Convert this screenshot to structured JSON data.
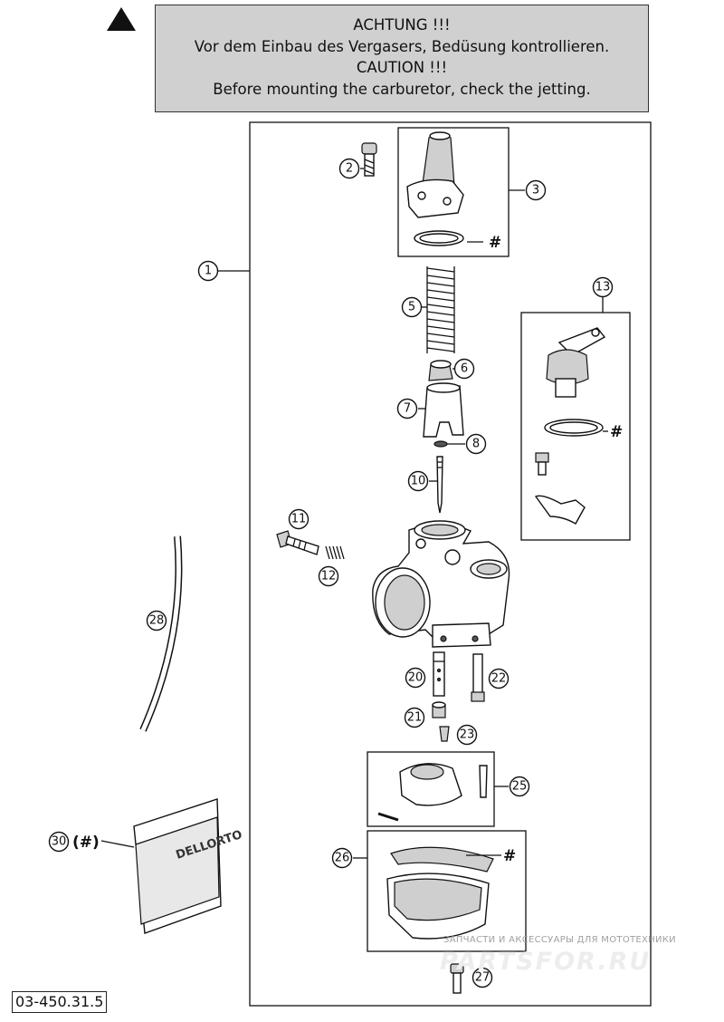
{
  "caution": {
    "line1": "ACHTUNG !!!",
    "line2": "Vor dem Einbau des Vergasers, Bedüsung kontrollieren.",
    "line3": "CAUTION !!!",
    "line4": "Before mounting the carburetor, check the jetting."
  },
  "doc_number": "03-450.31.5",
  "watermark": {
    "top_text": "ЗАПЧАСТИ И АКСЕССУАРЫ ДЛЯ МОТОТЕХНИКИ",
    "logo_text": "PARTSFOR.RU"
  },
  "callouts": {
    "c1": "1",
    "c2": "2",
    "c3": "3",
    "c5": "5",
    "c6": "6",
    "c7": "7",
    "c8": "8",
    "c10": "10",
    "c11": "11",
    "c12": "12",
    "c13": "13",
    "c20": "20",
    "c21": "21",
    "c22": "22",
    "c23": "23",
    "c25": "25",
    "c26": "26",
    "c27": "27",
    "c28": "28",
    "c30": "30"
  },
  "hash_marks": {
    "h3": "#",
    "h13": "#",
    "h26": "#",
    "h30": "(#)"
  },
  "bag_label": "DELLORTO"
}
